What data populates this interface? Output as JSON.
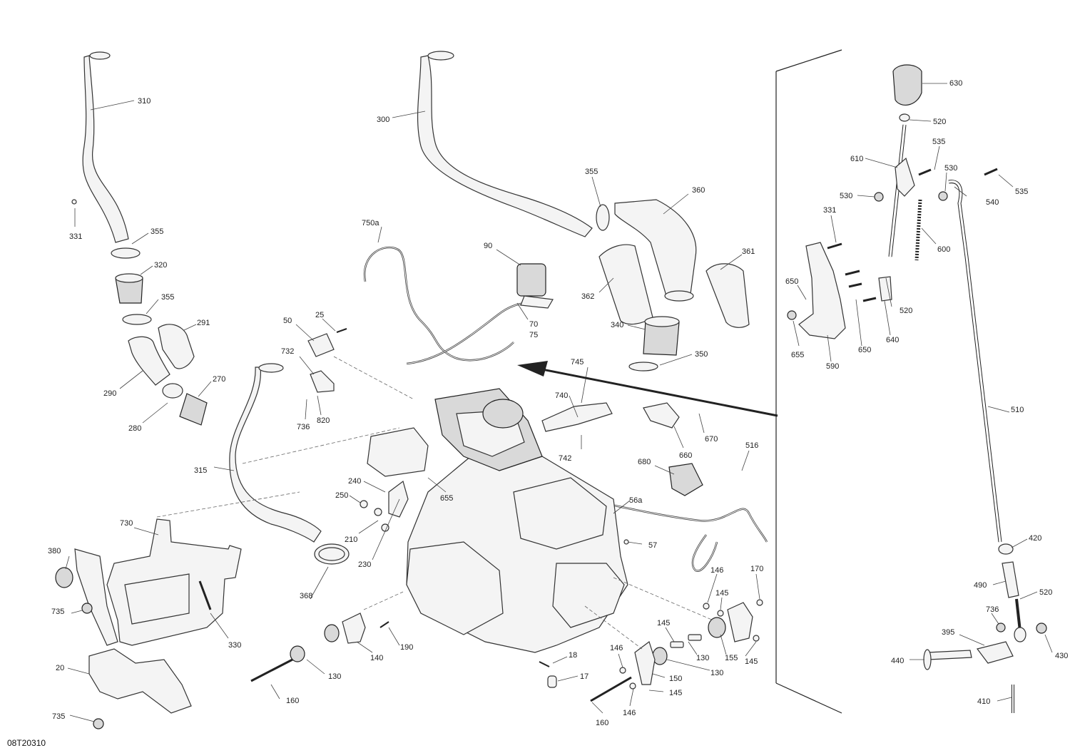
{
  "diagram": {
    "reference_code": "08T20310",
    "callouts": [
      {
        "id": "c310",
        "label": "310"
      },
      {
        "id": "c331a",
        "label": "331"
      },
      {
        "id": "c355a",
        "label": "355"
      },
      {
        "id": "c320",
        "label": "320"
      },
      {
        "id": "c355b",
        "label": "355"
      },
      {
        "id": "c291",
        "label": "291"
      },
      {
        "id": "c290",
        "label": "290"
      },
      {
        "id": "c270",
        "label": "270"
      },
      {
        "id": "c280",
        "label": "280"
      },
      {
        "id": "c300",
        "label": "300"
      },
      {
        "id": "c355c",
        "label": "355"
      },
      {
        "id": "c360",
        "label": "360"
      },
      {
        "id": "c361",
        "label": "361"
      },
      {
        "id": "c362",
        "label": "362"
      },
      {
        "id": "c340",
        "label": "340"
      },
      {
        "id": "c350",
        "label": "350"
      },
      {
        "id": "c750a",
        "label": "750a"
      },
      {
        "id": "c90",
        "label": "90"
      },
      {
        "id": "c70",
        "label": "70"
      },
      {
        "id": "c75",
        "label": "75"
      },
      {
        "id": "c50",
        "label": "50"
      },
      {
        "id": "c25",
        "label": "25"
      },
      {
        "id": "c732",
        "label": "732"
      },
      {
        "id": "c736a",
        "label": "736"
      },
      {
        "id": "c820",
        "label": "820"
      },
      {
        "id": "c745",
        "label": "745"
      },
      {
        "id": "c740",
        "label": "740"
      },
      {
        "id": "c742",
        "label": "742"
      },
      {
        "id": "c670",
        "label": "670"
      },
      {
        "id": "c660",
        "label": "660"
      },
      {
        "id": "c516",
        "label": "516"
      },
      {
        "id": "c680",
        "label": "680"
      },
      {
        "id": "c315",
        "label": "315"
      },
      {
        "id": "c240",
        "label": "240"
      },
      {
        "id": "c250",
        "label": "250"
      },
      {
        "id": "c655a",
        "label": "655"
      },
      {
        "id": "c56a",
        "label": "56a"
      },
      {
        "id": "c210",
        "label": "210"
      },
      {
        "id": "c230",
        "label": "230"
      },
      {
        "id": "c730",
        "label": "730"
      },
      {
        "id": "c380",
        "label": "380"
      },
      {
        "id": "c57",
        "label": "57"
      },
      {
        "id": "c368",
        "label": "368"
      },
      {
        "id": "c735a",
        "label": "735"
      },
      {
        "id": "c330",
        "label": "330"
      },
      {
        "id": "c20",
        "label": "20"
      },
      {
        "id": "c735b",
        "label": "735"
      },
      {
        "id": "c190",
        "label": "190"
      },
      {
        "id": "c140",
        "label": "140"
      },
      {
        "id": "c130a",
        "label": "130"
      },
      {
        "id": "c160a",
        "label": "160"
      },
      {
        "id": "c18",
        "label": "18"
      },
      {
        "id": "c17",
        "label": "17"
      },
      {
        "id": "c146a",
        "label": "146"
      },
      {
        "id": "c145a",
        "label": "145"
      },
      {
        "id": "c170",
        "label": "170"
      },
      {
        "id": "c145b",
        "label": "145"
      },
      {
        "id": "c130b",
        "label": "130"
      },
      {
        "id": "c155",
        "label": "155"
      },
      {
        "id": "c145c",
        "label": "145"
      },
      {
        "id": "c130c",
        "label": "130"
      },
      {
        "id": "c146b",
        "label": "146"
      },
      {
        "id": "c150",
        "label": "150"
      },
      {
        "id": "c145d",
        "label": "145"
      },
      {
        "id": "c146c",
        "label": "146"
      },
      {
        "id": "c160b",
        "label": "160"
      },
      {
        "id": "c630",
        "label": "630"
      },
      {
        "id": "c520a",
        "label": "520"
      },
      {
        "id": "c535a",
        "label": "535"
      },
      {
        "id": "c610",
        "label": "610"
      },
      {
        "id": "c530a",
        "label": "530"
      },
      {
        "id": "c535b",
        "label": "535"
      },
      {
        "id": "c530b",
        "label": "530"
      },
      {
        "id": "c540",
        "label": "540"
      },
      {
        "id": "c331b",
        "label": "331"
      },
      {
        "id": "c600",
        "label": "600"
      },
      {
        "id": "c650a",
        "label": "650"
      },
      {
        "id": "c520b",
        "label": "520"
      },
      {
        "id": "c655b",
        "label": "655"
      },
      {
        "id": "c650b",
        "label": "650"
      },
      {
        "id": "c640",
        "label": "640"
      },
      {
        "id": "c590",
        "label": "590"
      },
      {
        "id": "c510",
        "label": "510"
      },
      {
        "id": "c420",
        "label": "420"
      },
      {
        "id": "c490",
        "label": "490"
      },
      {
        "id": "c520c",
        "label": "520"
      },
      {
        "id": "c736b",
        "label": "736"
      },
      {
        "id": "c395",
        "label": "395"
      },
      {
        "id": "c430",
        "label": "430"
      },
      {
        "id": "c440",
        "label": "440"
      },
      {
        "id": "c410",
        "label": "410"
      }
    ]
  }
}
